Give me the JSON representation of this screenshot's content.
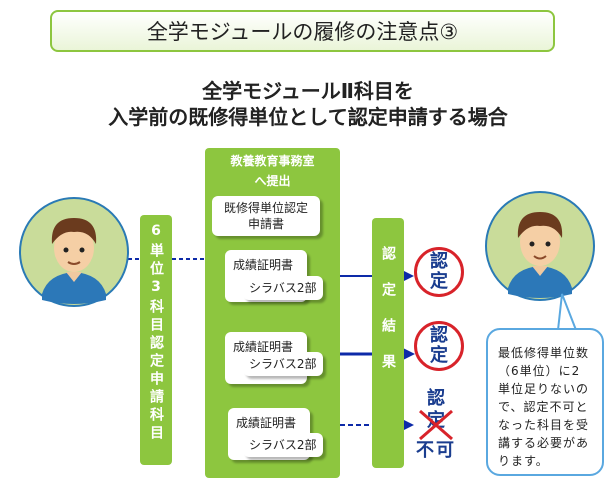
{
  "title": "全学モジュールの履修の注意点③",
  "subtitle": {
    "line1": "全学モジュールⅡ科目を",
    "line2": "入学前の既修得単位として認定申請する場合"
  },
  "submission": {
    "header_line1": "教養教育事務室",
    "header_line2": "へ提出",
    "application_line1": "既修得単位認定",
    "application_line2": "申請書",
    "transcript_label": "成績証明書",
    "syllabus_label": "シラバス2部"
  },
  "courses_label": "6単位3科目認定申請科目",
  "result_label": "認定結果",
  "results": {
    "approved_line1": "認",
    "approved_line2": "定",
    "denied_line1": "認",
    "denied_line2": "定",
    "denied_mark": "不可"
  },
  "note": "最低修得単位数（6単位）に2単位足りないので、認定不可となった科目を受講する必要があります。",
  "colors": {
    "green": "#8dc63f",
    "arrow_blue": "#0d2aa8",
    "bubble_border": "#5aa8e0",
    "red": "#d8232a"
  }
}
